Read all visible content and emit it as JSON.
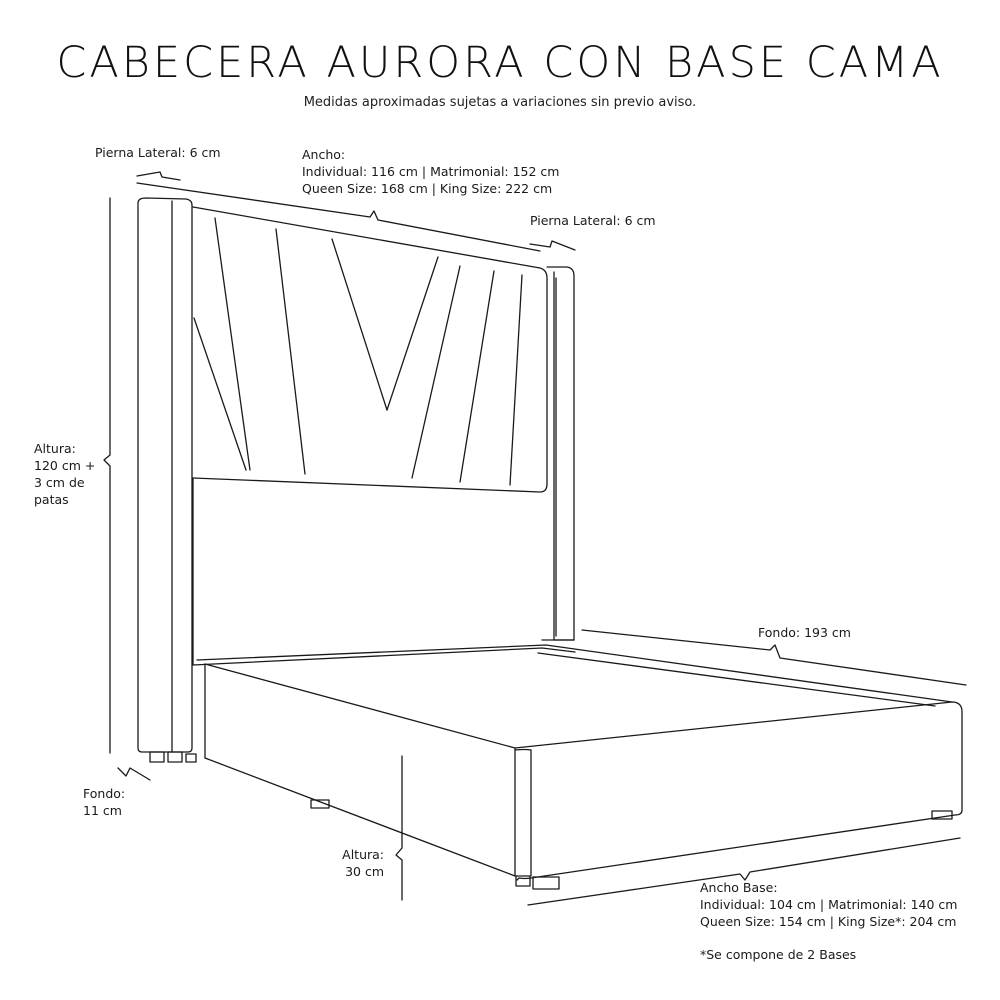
{
  "header": {
    "title": "CABECERA AURORA CON BASE CAMA",
    "subtitle": "Medidas aproximadas sujetas a variaciones sin previo aviso."
  },
  "labels": {
    "pierna_lateral_left": "Pierna Lateral: 6 cm",
    "ancho_title": "Ancho:",
    "ancho_line1": "Individual: 116 cm | Matrimonial: 152 cm",
    "ancho_line2": "Queen Size: 168 cm | King Size: 222 cm",
    "pierna_lateral_right": "Pierna Lateral: 6 cm",
    "altura_title": "Altura:",
    "altura_line1": "120 cm +",
    "altura_line2": "3 cm de",
    "altura_line3": "patas",
    "fondo_193": "Fondo: 193 cm",
    "fondo_small_title": "Fondo:",
    "fondo_small_value": "11 cm",
    "altura_base_title": "Altura:",
    "altura_base_value": "30 cm",
    "ancho_base_title": "Ancho Base:",
    "ancho_base_line1": "Individual: 104 cm | Matrimonial: 140 cm",
    "ancho_base_line2": "Queen Size: 154 cm | King Size*: 204 cm",
    "note": "*Se compone de 2 Bases"
  }
}
